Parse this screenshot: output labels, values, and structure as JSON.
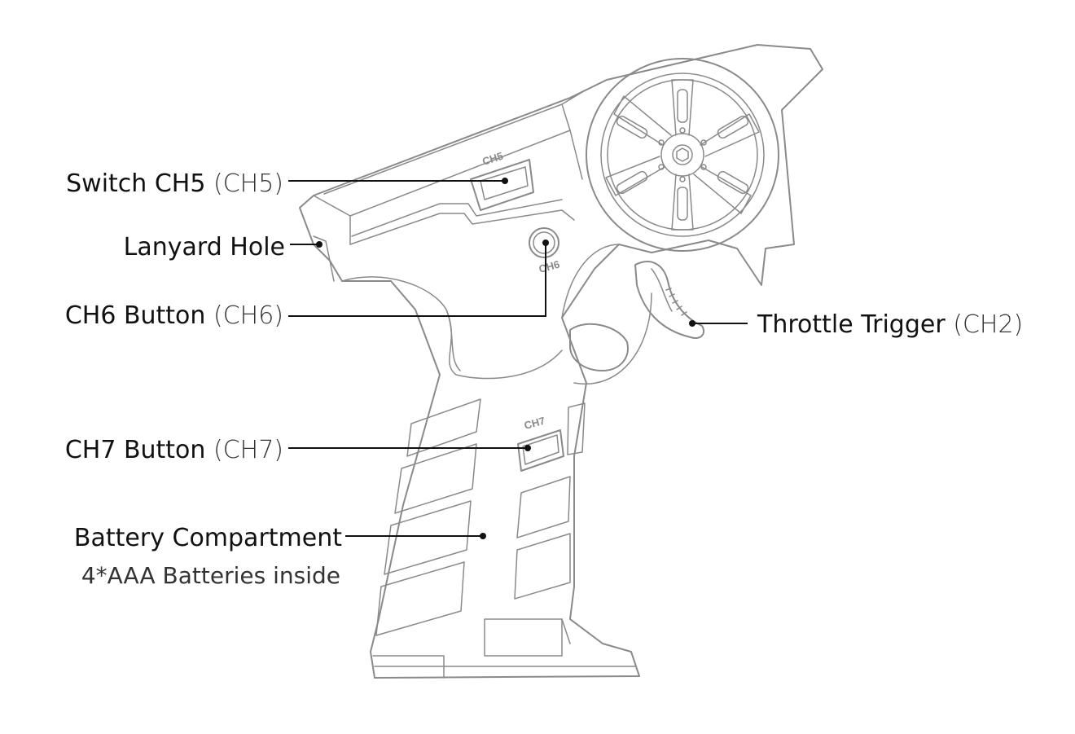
{
  "labels": {
    "switch_ch5": {
      "main": "Switch CH5",
      "channel": "(CH5)"
    },
    "lanyard_hole": {
      "main": "Lanyard Hole"
    },
    "ch6_button": {
      "main": "CH6 Button",
      "channel": "(CH6)"
    },
    "ch7_button": {
      "main": "CH7 Button",
      "channel": "(CH7)"
    },
    "battery_compartment": {
      "main": "Battery Compartment",
      "sub": "4*AAA Batteries inside"
    },
    "throttle_trigger": {
      "main": "Throttle Trigger",
      "channel": "(CH2)"
    }
  },
  "device_text": {
    "ch5": "CH5",
    "ch6": "CH6",
    "ch7": "CH7"
  }
}
